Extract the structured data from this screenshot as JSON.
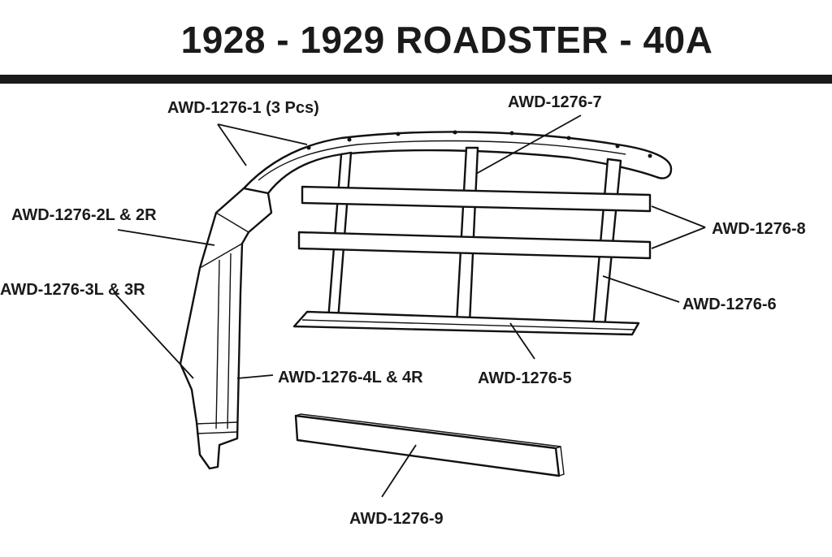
{
  "header": {
    "title": "1928 - 1929 ROADSTER - 40A"
  },
  "parts": {
    "p1": "AWD-1276-1 (3 Pcs)",
    "p2": "AWD-1276-2L & 2R",
    "p3": "AWD-1276-3L & 3R",
    "p4": "AWD-1276-4L & 4R",
    "p5": "AWD-1276-5",
    "p6": "AWD-1276-6",
    "p7": "AWD-1276-7",
    "p8": "AWD-1276-8",
    "p9": "AWD-1276-9"
  }
}
